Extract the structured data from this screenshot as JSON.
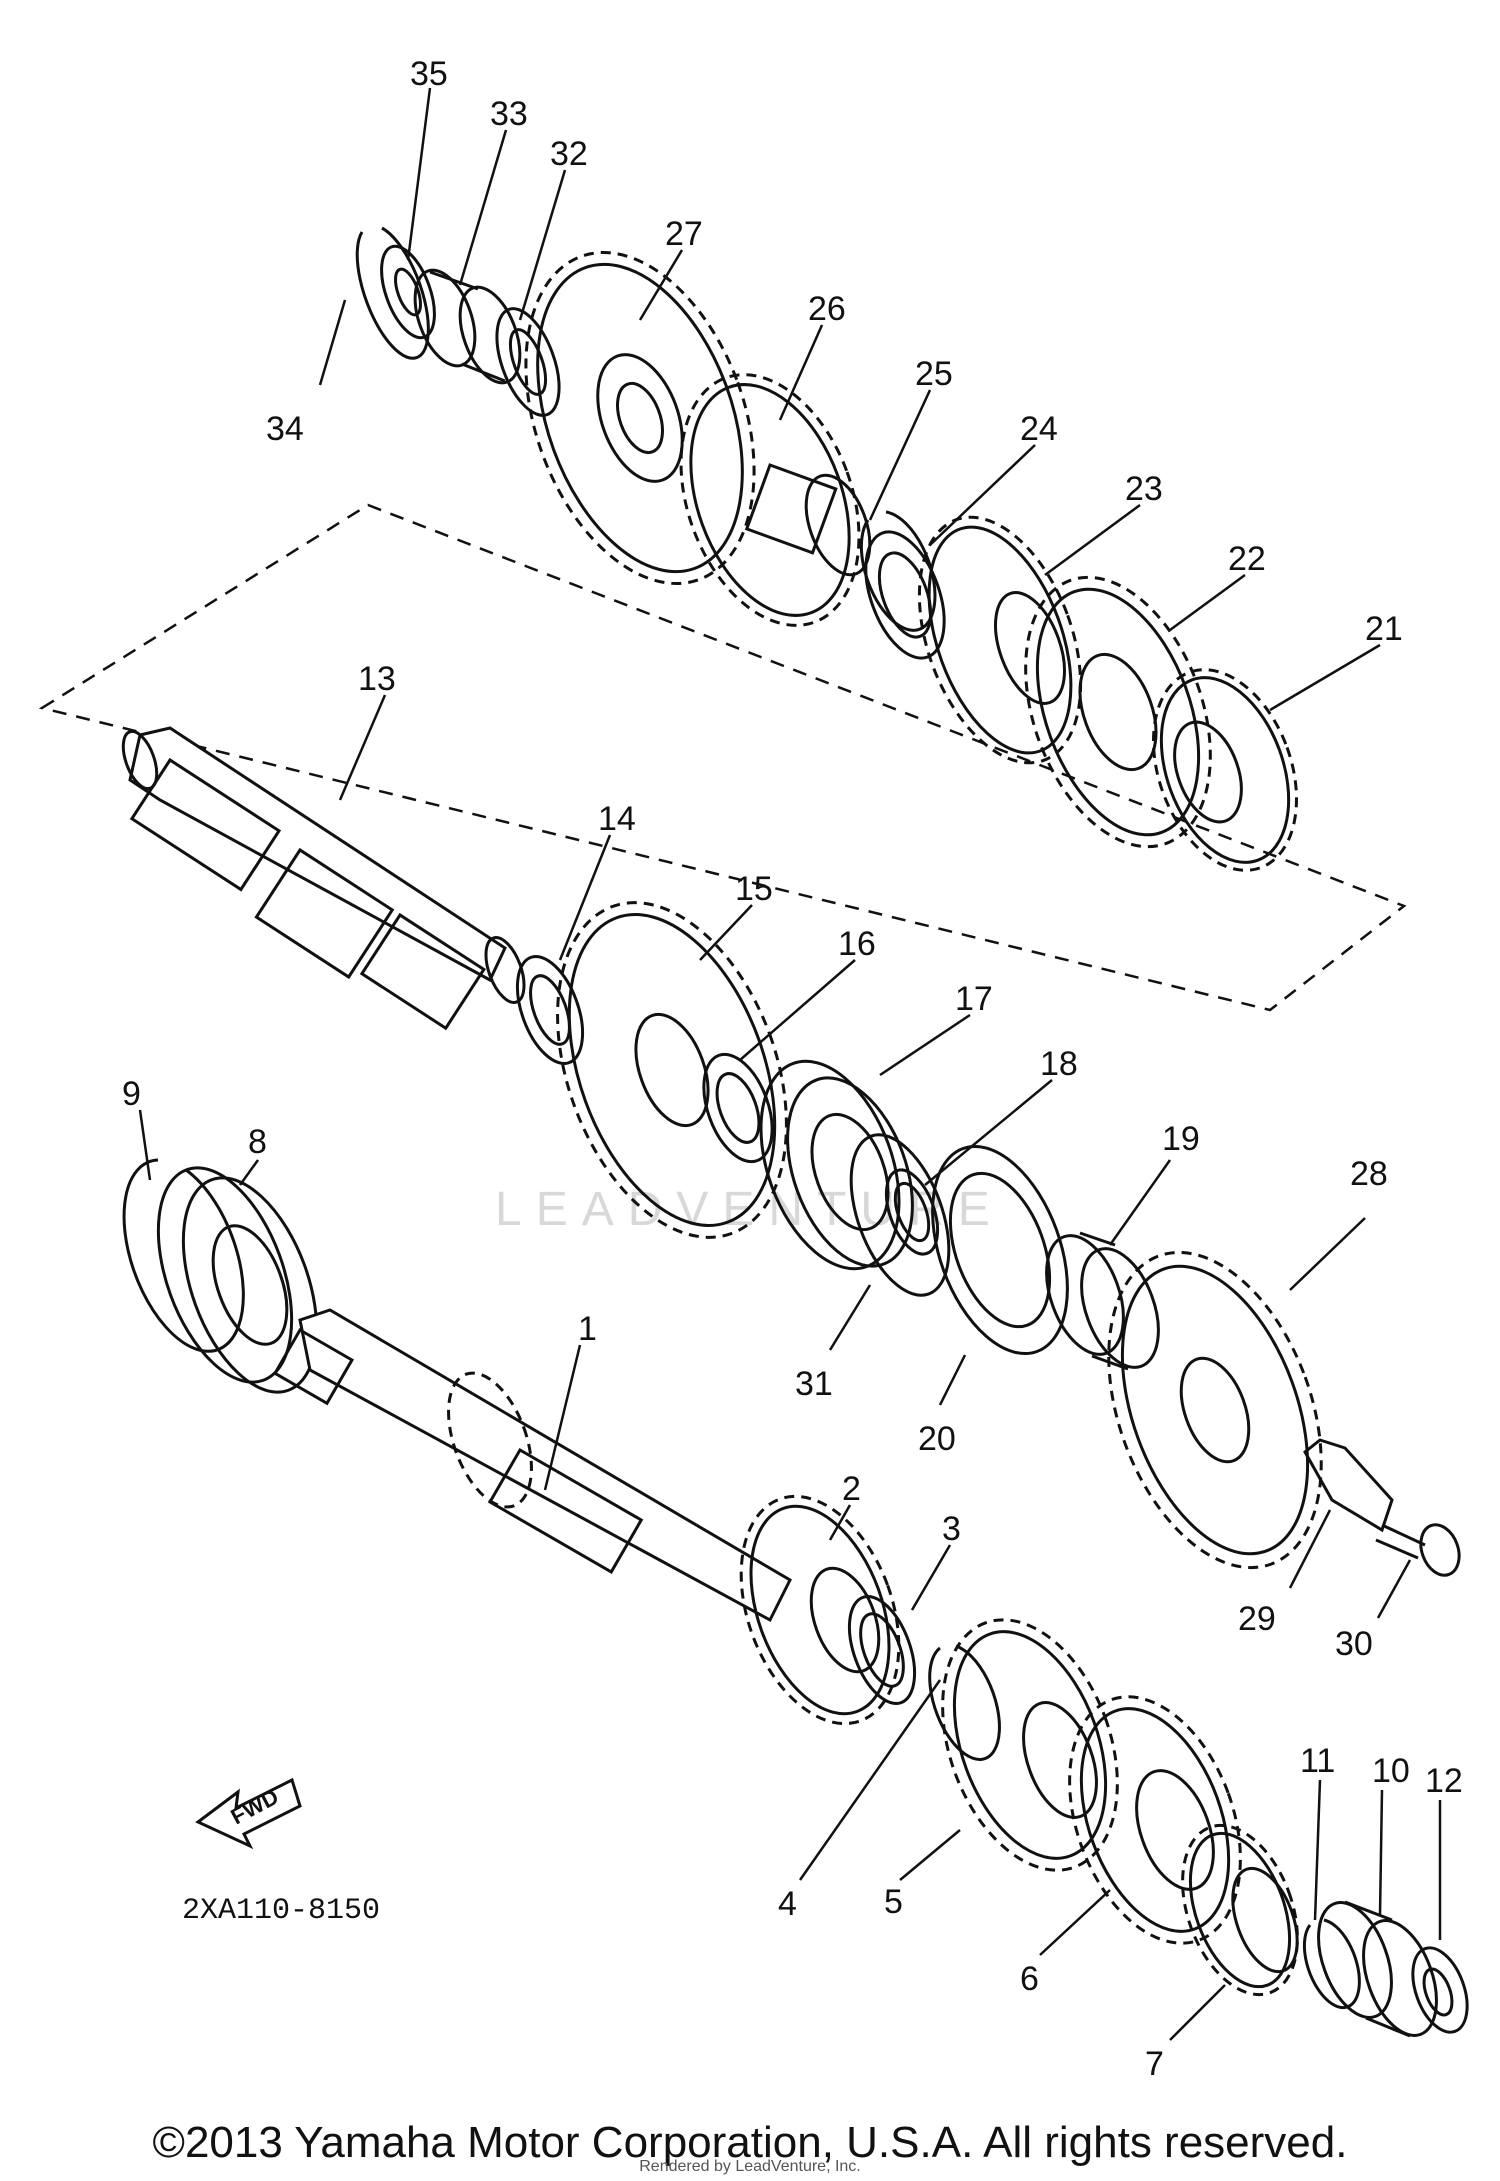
{
  "diagram": {
    "reference_code": "2XA110-8150",
    "fwd_label": "FWD",
    "watermark": "LEADVENTURE"
  },
  "callouts": [
    "1",
    "2",
    "3",
    "4",
    "5",
    "6",
    "7",
    "8",
    "9",
    "10",
    "11",
    "12",
    "13",
    "14",
    "15",
    "16",
    "17",
    "18",
    "19",
    "20",
    "21",
    "22",
    "23",
    "24",
    "25",
    "26",
    "27",
    "28",
    "29",
    "30",
    "31",
    "32",
    "33",
    "34",
    "35"
  ],
  "footer": {
    "copyright": "©2013 Yamaha Motor Corporation, U.S.A. All rights reserved.",
    "rendered_by": "Rendered by LeadVenture, Inc."
  }
}
